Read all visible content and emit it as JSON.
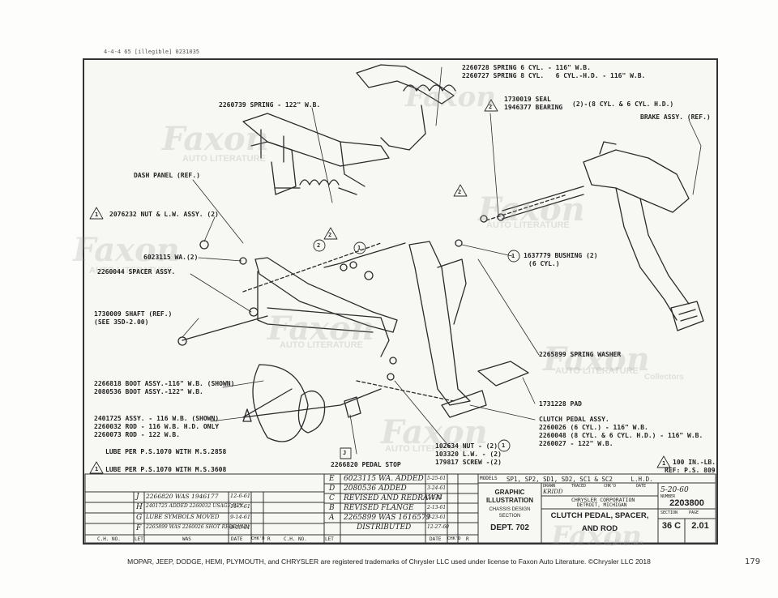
{
  "top_strip": "4-4-4  65  [illegible]  0231035",
  "callouts": {
    "spring_6cyl_116": "2260728 SPRING 6 CYL. - 116\" W.B.",
    "spring_8cyl": "2260727 SPRING 8 CYL.   6 CYL.-H.D. - 116\" W.B.",
    "seal": "1730019 SEAL",
    "bearing": "1946377 BEARING",
    "seal_bearing_note": "(2)-(8 CYL. & 6 CYL. H.D.)",
    "spring_122": "2260739 SPRING - 122\" W.B.",
    "brake_assy": "BRAKE ASSY. (REF.)",
    "dash_panel": "DASH PANEL (REF.)",
    "nut_lw": "2076232 NUT & L.W. ASSY. (2)",
    "washer": "6023115 WA.(2)",
    "spacer": "2260044 SPACER ASSY.",
    "bushing": "1637779 BUSHING (2)",
    "bushing_note": "(6 CYL.)",
    "shaft": "1730009 SHAFT (REF.)",
    "shaft_note": "(SEE 35D-2.00)",
    "spring_washer": "2265899 SPRING WASHER",
    "boot_116": "2266818 BOOT ASSY.-116\" W.B. (SHOWN)",
    "boot_122": "2080536 BOOT ASSY.-122\" W.B.",
    "pad": "1731228 PAD",
    "rod_assy": "2401725 ASSY. - 116 W.B. (SHOWN)",
    "rod_hd": "2260032 ROD - 116 W.B. H.D. ONLY",
    "rod_122": "2260073 ROD - 122 W.B.",
    "clutch_pedal_assy": "CLUTCH PEDAL ASSY.",
    "cp_6cyl": "2260026 (6 CYL.) - 116\" W.B.",
    "cp_8cyl": "2260048 (8 CYL. & 6 CYL. H.D.) - 116\" W.B.",
    "cp_122": "2260027 - 122\" W.B.",
    "pedal_stop": "2266820 PEDAL STOP",
    "nut": "102634 NUT - (2)",
    "lw": "103320 L.W. - (2)",
    "screw": "179817 SCREW -(2)",
    "torque": "100 IN.-LB.",
    "torque_ref": "REF: P.S. 809"
  },
  "markers": {
    "one": "1",
    "two": "2",
    "j": "J"
  },
  "notes": {
    "lube_2858": "LUBE PER P.S.1070 WITH M.S.2858",
    "lube_3608": "LUBE PER P.S.1070 WITH M.S.3608"
  },
  "revisions_left": [
    {
      "ltr": "J",
      "text": "2266820 WAS 1946177",
      "date": "12-6-61"
    },
    {
      "ltr": "H",
      "text": "2401725 ADDED 2260032 USAGE REV.",
      "date": "11-7-61"
    },
    {
      "ltr": "G",
      "text": "LUBE SYMBOLS MOVED",
      "date": "9-14-61"
    },
    {
      "ltr": "F",
      "text": "2265899 WAS 2260026 SHOT REDRAWN",
      "date": "9-15-61"
    }
  ],
  "revisions_right": [
    {
      "ltr": "E",
      "text": "6023115 WA. ADDED",
      "date": "5-25-61"
    },
    {
      "ltr": "D",
      "text": "2080536 ADDED",
      "date": "3-24-61"
    },
    {
      "ltr": "C",
      "text": "REVISED AND REDRAWN",
      "date": "3-2-61"
    },
    {
      "ltr": "B",
      "text": "REVISED FLANGE",
      "date": "2-13-61"
    },
    {
      "ltr": "A",
      "text": "2265899 WAS 1616579",
      "date": "1-23-61"
    },
    {
      "ltr": "",
      "text": "DISTRIBUTED",
      "date": "12-27-60"
    }
  ],
  "rev_footer_left": [
    "C.H. NO.",
    "LET",
    "WAS",
    "DATE",
    "CHK'D",
    "R"
  ],
  "rev_footer_right": [
    "C.H. NO.",
    "LET",
    "DATE",
    "CHK'D",
    "R"
  ],
  "title_block": {
    "models_label": "MODELS",
    "models": "SP1, SP2, SD1, SD2, SC1 & SC2     L.H.D.",
    "graphic": "GRAPHIC",
    "illustration": "ILLUSTRATION",
    "chassis_design": "CHASSIS DESIGN",
    "section": "SECTION",
    "dept": "DEPT. 702",
    "drawn_label": "DRAWN",
    "traced_label": "TRACED",
    "chkd_label": "CHK'D",
    "date_label": "DATE",
    "drawn": "KRIDD",
    "date": "5-20-60",
    "corp": "CHRYSLER CORPORATION",
    "city": "DETROIT, MICHIGAN",
    "number_label": "NUMBER",
    "number": "2203800",
    "title_line1": "CLUTCH PEDAL, SPACER,",
    "title_line2": "AND ROD",
    "section_label": "SECTION",
    "section_val": "36 C",
    "page_label": "PAGE",
    "page_val": "2.01"
  },
  "watermark": {
    "brand": "Faxon",
    "sub": "AUTO LITERATURE",
    "tag": "Collectors"
  },
  "footer": "MOPAR, JEEP, DODGE, HEMI, PLYMOUTH, and CHRYSLER are registered trademarks of Chrysler LLC used under license to Faxon Auto Literature. ©Chrysler LLC 2018",
  "page_number": "179"
}
